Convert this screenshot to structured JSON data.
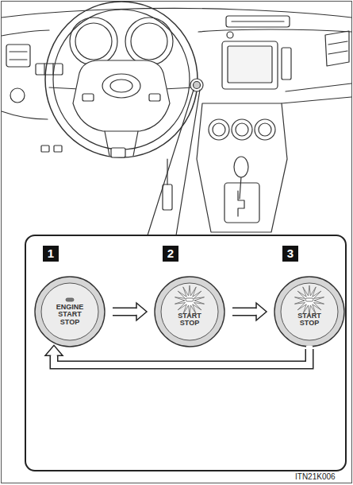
{
  "diagram": {
    "nodes": [
      {
        "text": [
          "1",
          "ENGINE START STOP"
        ]
      },
      {
        "text": [
          "2",
          "START STOP"
        ]
      },
      {
        "text": [
          "3",
          "START STOP"
        ]
      }
    ],
    "edges": [
      {
        "from": 0,
        "to": 1,
        "arrow": "to"
      },
      {
        "from": 1,
        "to": 2,
        "arrow": "to"
      },
      {
        "from": 2,
        "to": 0,
        "arrow": "to"
      }
    ],
    "labels": [
      "ITN21K006"
    ]
  }
}
